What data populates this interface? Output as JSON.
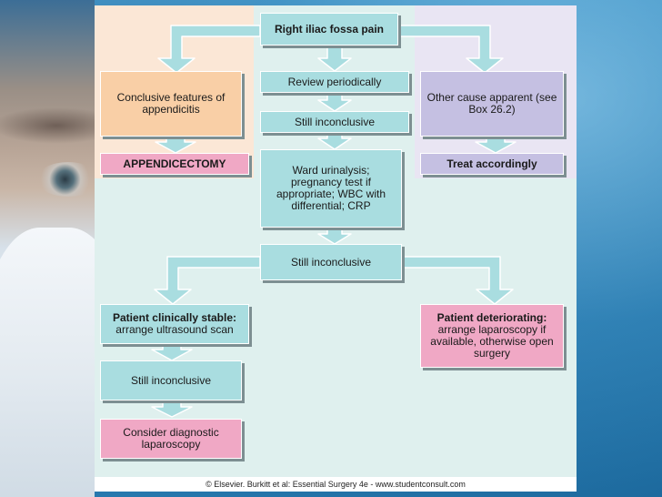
{
  "nodes": {
    "start": "Right iliac fossa pain",
    "review": "Review periodically",
    "inconclusive_1": "Still inconclusive",
    "conclusive": "Conclusive features of appendicitis",
    "other_cause": "Other cause apparent (see Box 26.2)",
    "appendicectomy": "APPENDICECTOMY",
    "treat": "Treat accordingly",
    "ward": "Ward urinalysis; pregnancy test if appropriate; WBC with differential; CRP",
    "inconclusive_2": "Still inconclusive",
    "stable_title": "Patient clinically stable:",
    "stable_body": "arrange ultrasound scan",
    "deteriorating_title": "Patient deteriorating:",
    "deteriorating_body": "arrange laparoscopy if available, otherwise open surgery",
    "inconclusive_3": "Still inconclusive",
    "diag_lap": "Consider diagnostic laparoscopy"
  },
  "footer": "© Elsevier. Burkitt et al: Essential Surgery 4e - www.studentconsult.com",
  "colors": {
    "teal": "#a9dde0",
    "orange": "#f9cfa6",
    "pink": "#f0a8c5",
    "lavender": "#c5c0e2",
    "panel": "#dff0ee"
  }
}
